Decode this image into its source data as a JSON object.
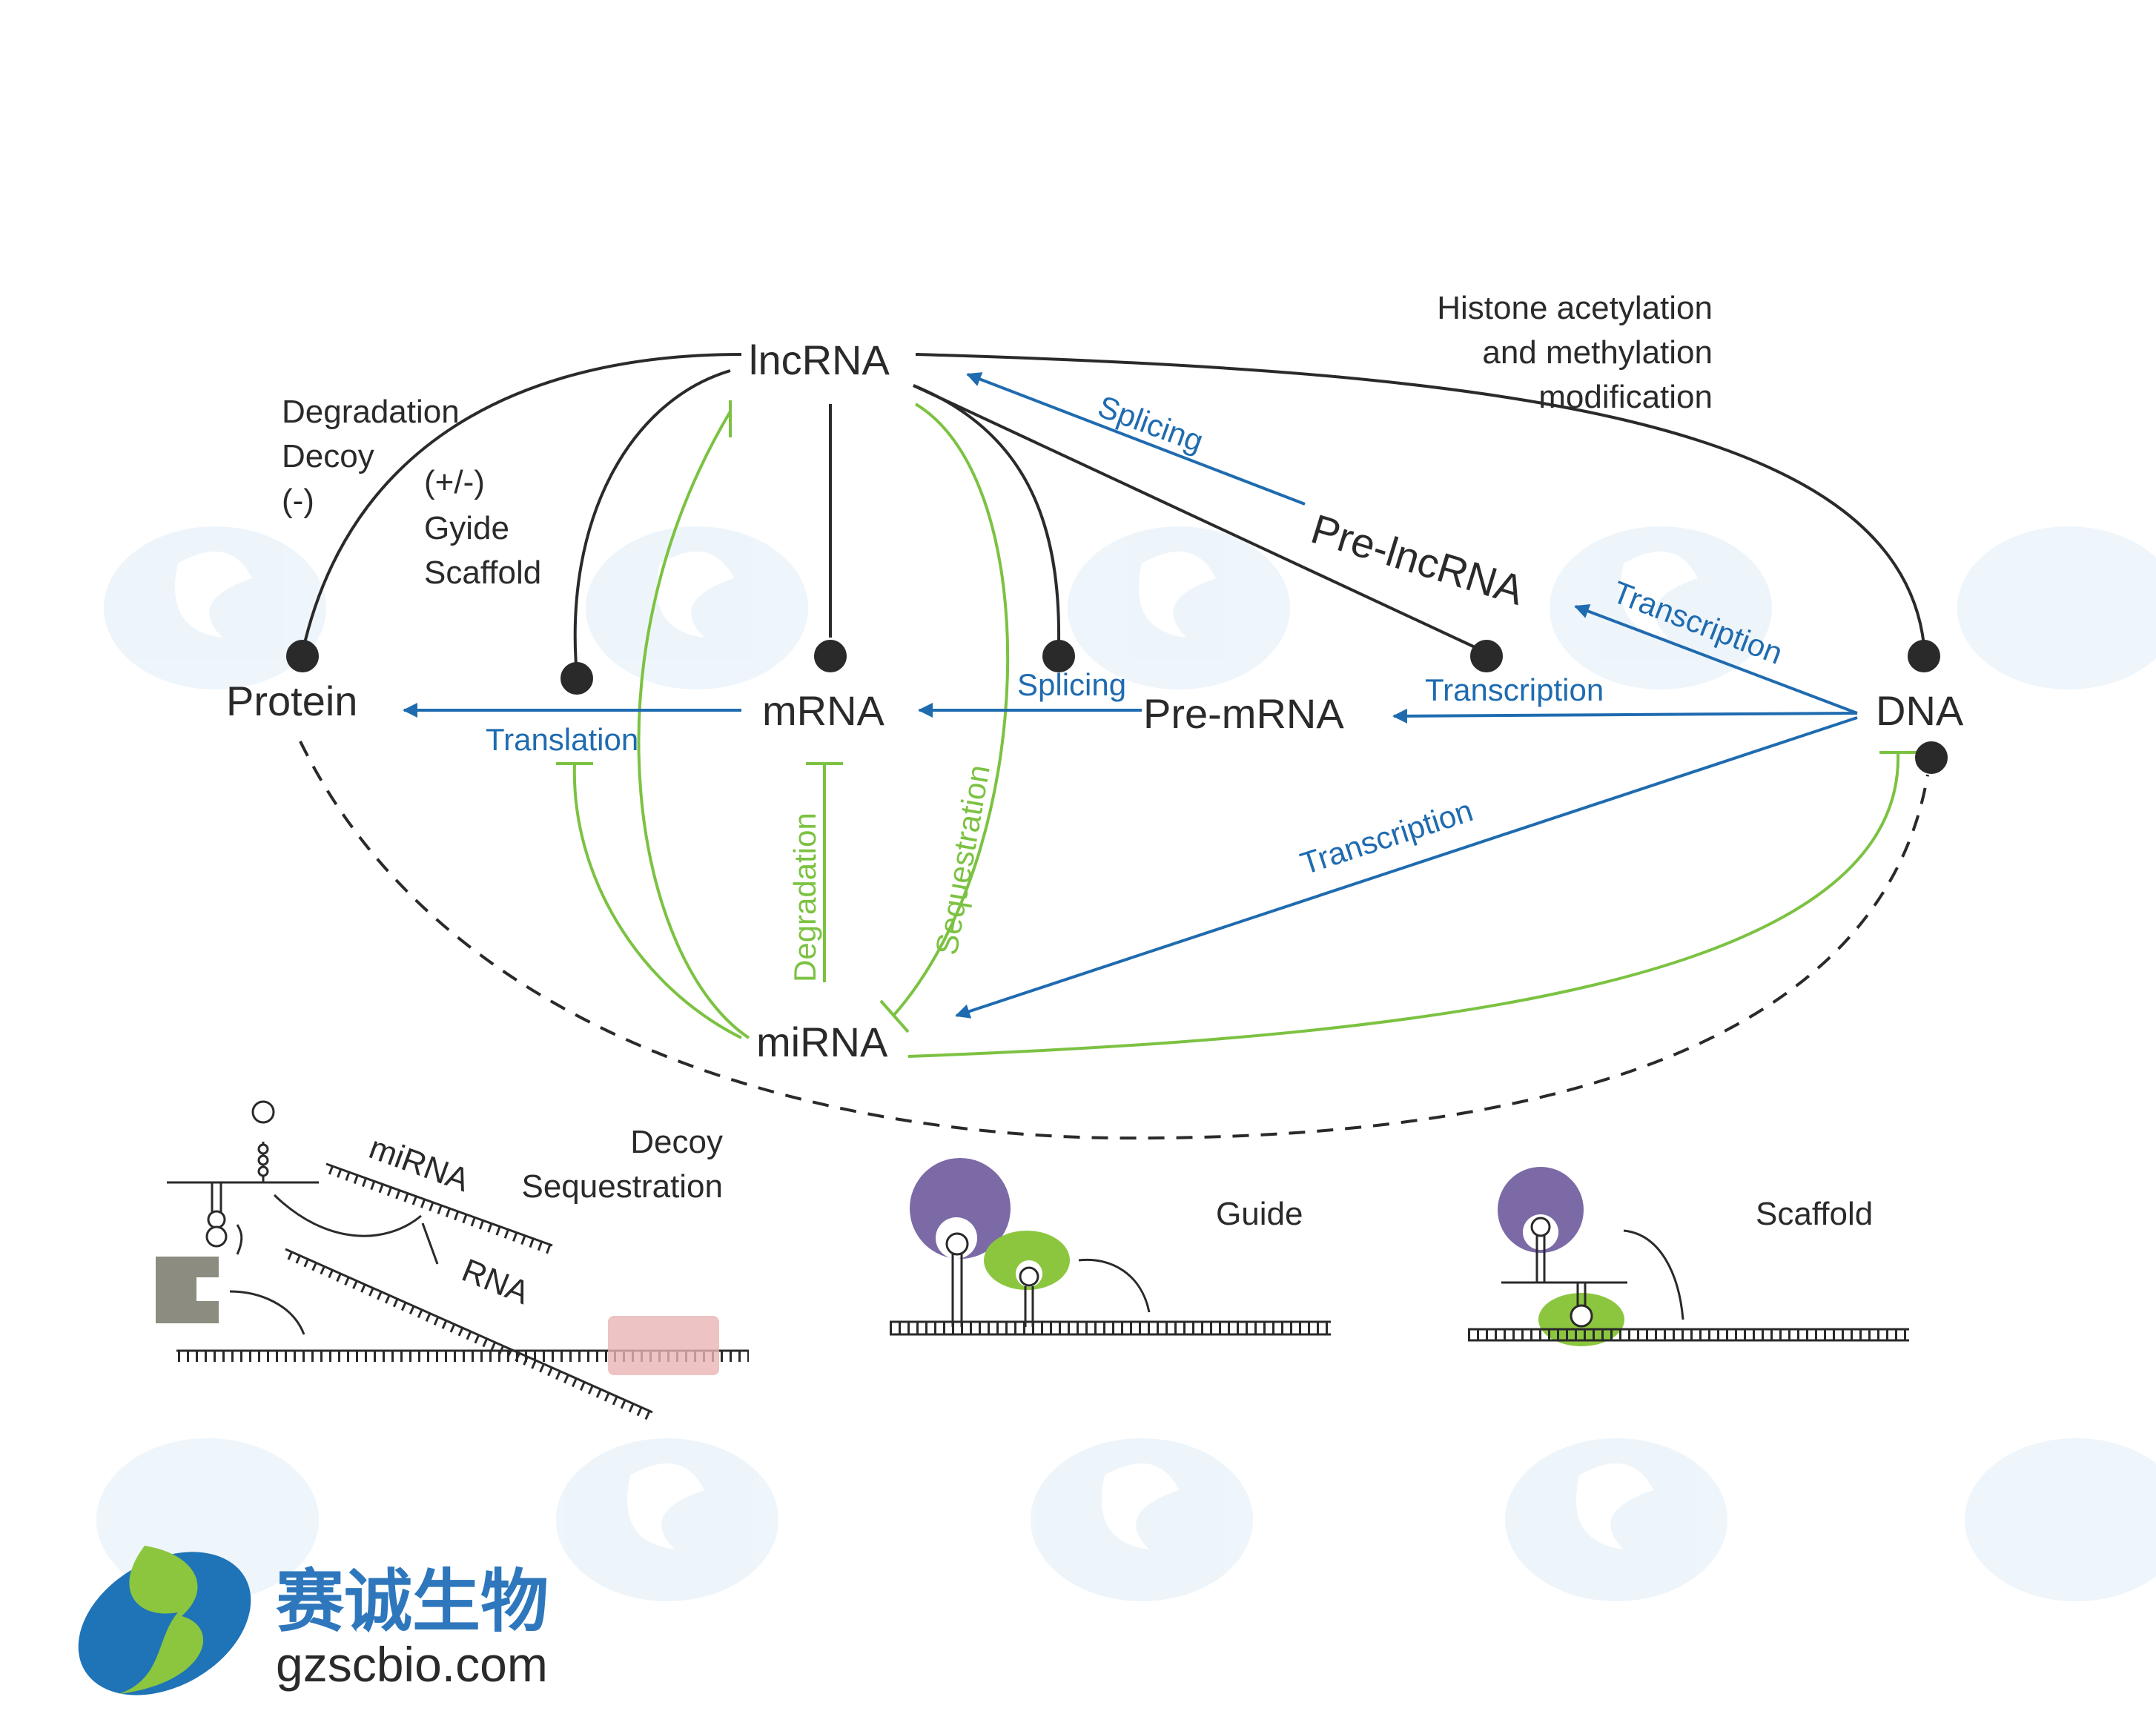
{
  "nodes": {
    "lncrna": "lncRNA",
    "protein": "Protein",
    "mrna": "mRNA",
    "pre_mrna": "Pre-mRNA",
    "pre_lncrna": "Pre-lncRNA",
    "dna": "DNA",
    "mirna": "miRNA"
  },
  "annotations": {
    "degradation_decoy": [
      "Degradation",
      "Decoy",
      "(-)"
    ],
    "guide_scaffold": [
      "(+/-)",
      "Gyide",
      "Scaffold"
    ],
    "histone": [
      "Histone acetylation",
      "and methylation",
      "modification"
    ]
  },
  "edge_labels": {
    "translation": "Translation",
    "splicing_mrna": "Splicing",
    "transcription_pre_mrna": "Transcription",
    "splicing_lncrna": "Splicing",
    "transcription_pre_lncrna": "Transcription",
    "transcription_mirna": "Transcription",
    "degradation": "Degradation",
    "sequestration": "Sequestration"
  },
  "mechanisms": {
    "decoy": [
      "Decoy",
      "Sequestration"
    ],
    "mirna": "miRNA",
    "rna": "RNA",
    "guide": "Guide",
    "scaffold": "Scaffold"
  },
  "brand": {
    "name_cn": "赛诚生物",
    "url": "gzscbio.com"
  },
  "colors": {
    "blue": "#1f6bb0",
    "green": "#7cc242",
    "dark": "#2a2a2a",
    "purple": "#7b6aa6",
    "lime": "#8cc63f",
    "grey": "#8c8c80",
    "pink": "#e8b4b4"
  }
}
